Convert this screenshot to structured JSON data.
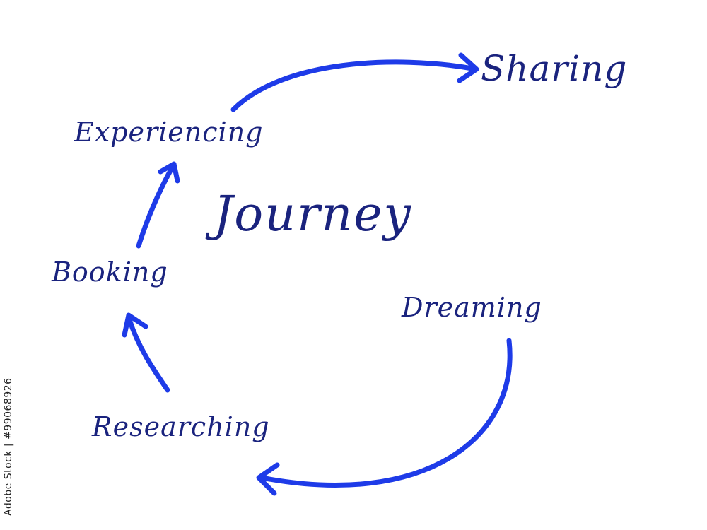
{
  "diagram": {
    "title": "Journey",
    "stages": {
      "sharing": "Sharing",
      "experiencing": "Experiencing",
      "booking": "Booking",
      "dreaming": "Dreaming",
      "researching": "Researching"
    }
  },
  "watermark": {
    "stock_id": "Adobe Stock | #99068926"
  },
  "colors": {
    "text": "#1a237e",
    "arrow": "#1e3be8",
    "background": "#ffffff"
  }
}
